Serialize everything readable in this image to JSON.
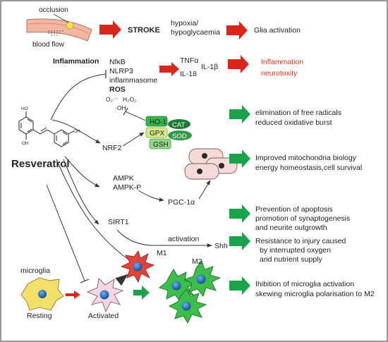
{
  "top": {
    "occlusion": "occlusion",
    "blood_flow": "blood flow",
    "stroke": "STROKE",
    "hypoxia_line1": "hypoxia/",
    "hypoxia_line2": "hypoglycaemia",
    "glia_activation": "Glia activation"
  },
  "inflammation": {
    "label": "Inflammation",
    "nfkb": "NfκB",
    "nlrp3": "NLRP3",
    "inflammasome": "inflammasome",
    "tnfa": "TNFα",
    "il18": "IL-18",
    "il1b": "IL-1β",
    "outcome_line1": "Inflammation",
    "outcome_line2": "neurotoxity"
  },
  "ros": {
    "label": "ROS",
    "o2": "O₂·⁻",
    "h2o2": "H₂O₂",
    "oh": "·OH"
  },
  "nrf2": {
    "label": "NRF2",
    "ho1": "HO-1",
    "cat": "CAT",
    "gpx": "GPX",
    "sod": "SOD",
    "gsh": "GSH",
    "outcome_line1": "elimination of free radicals",
    "outcome_line2": "reduced oxidative burst"
  },
  "ampk": {
    "ampk": "AMPK",
    "ampk_p": "AMPK-P",
    "pgc": "PGC-1α",
    "outcome_line1": "Improved mitochondria biology",
    "outcome_line2": "energy homeostasis,cell survival"
  },
  "sirt": {
    "label": "SIRT1",
    "activation": "activation",
    "shh": "Shh",
    "outcome1_line1": "Prevention of apoptosis",
    "outcome1_line2": "promotion of synaptogenesis",
    "outcome1_line3": "and neurite outgrowth",
    "outcome2_line1": "Resistance to injury caused",
    "outcome2_line2": "by interrupted oxygen",
    "outcome2_line3": "and nutrient supply"
  },
  "resveratrol": {
    "label": "Resveratrol",
    "ho_top": "HO",
    "oh_right": "OH",
    "oh_bottom": "OH"
  },
  "microglia": {
    "label": "microglia",
    "resting": "Resting",
    "activated": "Activated",
    "m1": "M1",
    "m2": "M2",
    "outcome_line1": "Ihibition of microglia activation",
    "outcome_line2": "skewing microglia polarisation to M2"
  },
  "colors": {
    "red_arrow": "#d9261c",
    "green_arrow": "#1aa34a",
    "red_text": "#e8321e",
    "dark_green": "#1d7a35",
    "light_green": "#8fd88a",
    "bright_green": "#35b54a",
    "microglia_yellow": "#f3e06a",
    "activated_pink": "#f6d6e4",
    "m1_red": "#e2433a",
    "m2_green": "#3cbf4a",
    "nucleus_blue": "#1f6fb8"
  }
}
